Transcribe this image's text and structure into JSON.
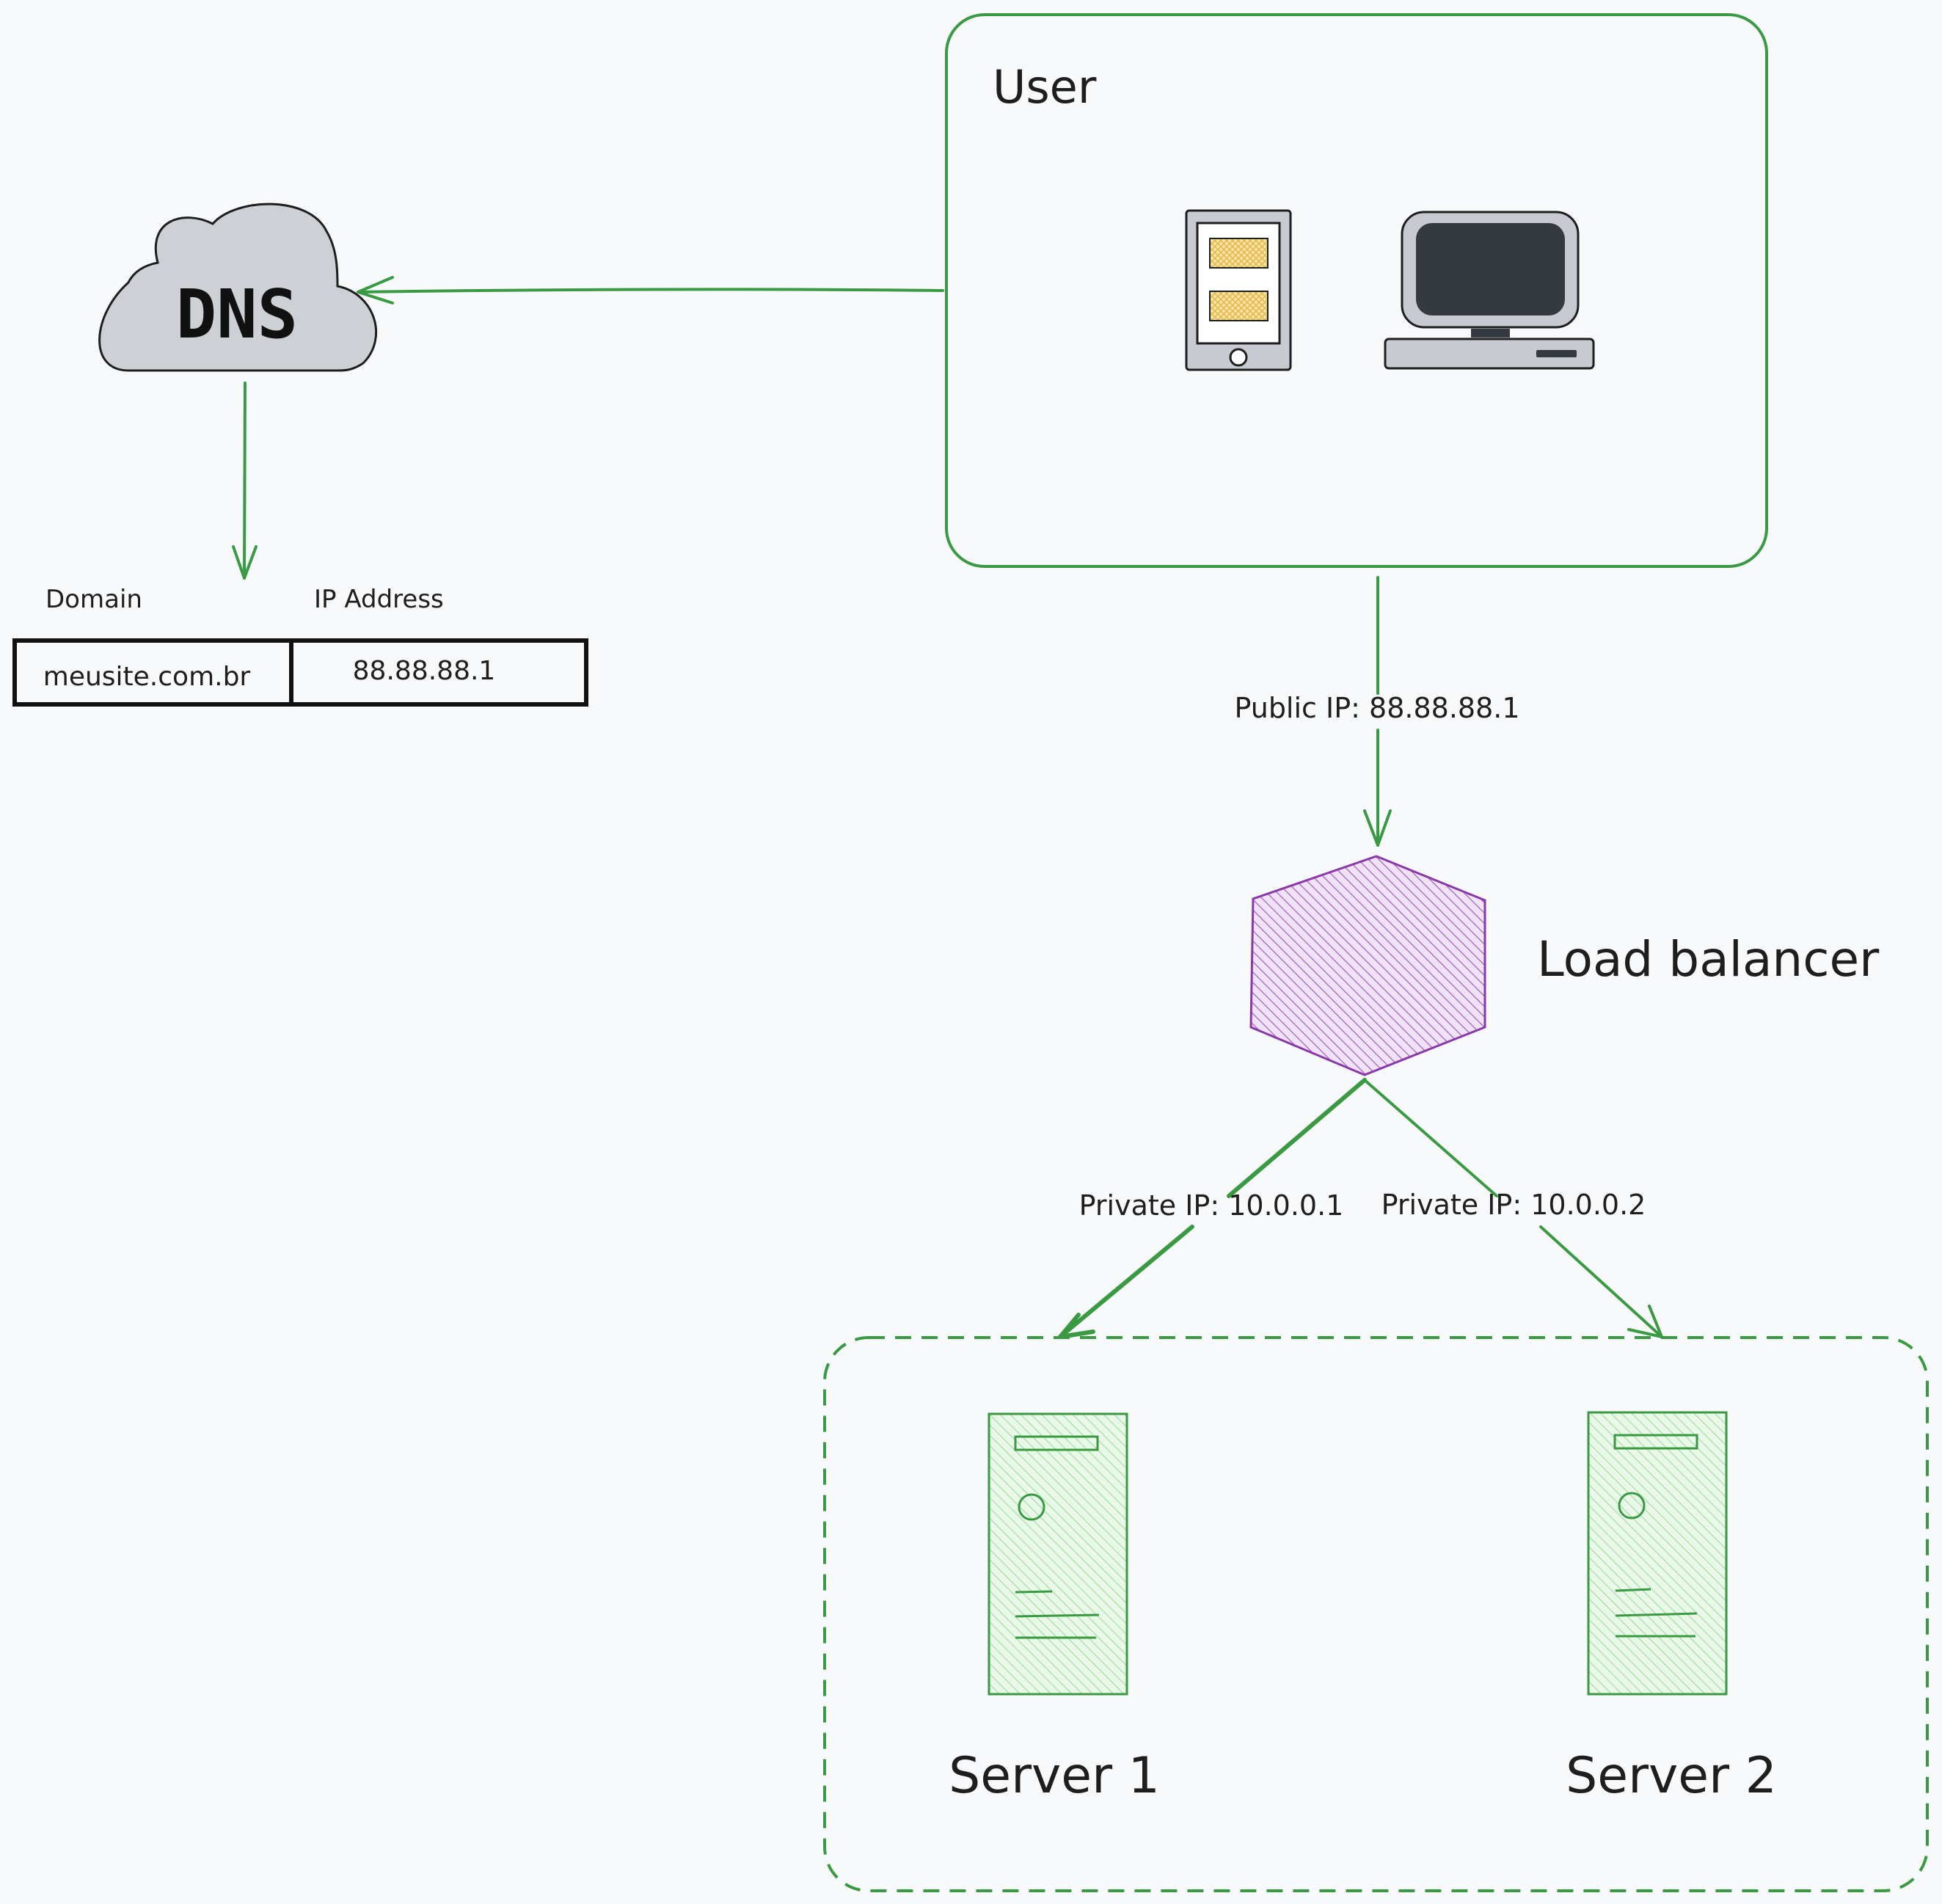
{
  "colors": {
    "background": "#f8f9fa",
    "arrow": "#3a9a44",
    "frame": "#3a9a44",
    "ink": "#1e1e1e",
    "cloud_fill": "#cdd1d6",
    "device_fill": "#c7cad0",
    "screen_fill": "#343a40",
    "card_fill": "#f3d58a",
    "hexagon_fill": "#c38bd8",
    "hexagon_stroke": "#8a3aa8",
    "server_fill": "#c8efc8",
    "server_stroke": "#3a9a44"
  },
  "user": {
    "title": "User",
    "devices": [
      "phone-icon",
      "desktop-computer-icon"
    ]
  },
  "dns": {
    "label": "DNS",
    "icon": "cloud-icon"
  },
  "dns_table": {
    "headers": [
      "Domain",
      "IP Address"
    ],
    "rows": [
      [
        "meusite.com.br",
        "88.88.88.1"
      ]
    ]
  },
  "edges": {
    "public_ip": "Public IP: 88.88.88.1",
    "private_ip_1": "Private IP: 10.0.0.1",
    "private_ip_2": "Private IP: 10.0.0.2"
  },
  "load_balancer": {
    "label": "Load balancer",
    "icon": "hexagon-icon"
  },
  "servers": [
    {
      "label": "Server 1",
      "icon": "server-tower-icon"
    },
    {
      "label": "Server 2",
      "icon": "server-tower-icon"
    }
  ]
}
